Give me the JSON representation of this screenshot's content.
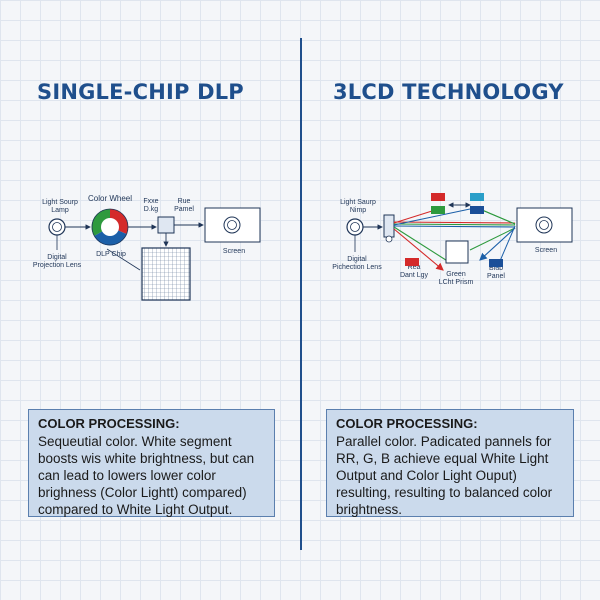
{
  "left": {
    "title": "SINGLE-CHIP DLP",
    "labels": {
      "light_source": [
        "Light Sourp",
        "Lamp"
      ],
      "color_wheel": "Color Wheel",
      "fxxe": [
        "Fxxe",
        "D.kg"
      ],
      "rue_panel": [
        "Rue",
        "Pamel"
      ],
      "screen": "Screen",
      "digital_lens": [
        "Digital",
        "Projection Lens"
      ],
      "dlp_chip": "DLP Chip"
    },
    "box": {
      "heading": "COLOR PROCESSING:",
      "body": "Sequeutial color. White segment boosts wis white brightness, but can can lead to lowers lower color brighness (Color Lightt) compared) compared to White Light Output."
    }
  },
  "right": {
    "title": "3LCD TECHNOLOGY",
    "labels": {
      "light_source": [
        "Light Saurp",
        "Nimp"
      ],
      "screen": "Screen",
      "digital_lens": [
        "Digital",
        "Pichection Lens"
      ],
      "red_panel": [
        "Rea",
        "Dant Lgy"
      ],
      "green_prism": [
        "Green",
        "LCht Prism"
      ],
      "blue_panel": [
        "Blub",
        "Panel"
      ]
    },
    "box": {
      "heading": "COLOR PROCESSING:",
      "body": "Parallel color. Padicated pannels for RR, G, B achieve equal White Light Output and Color Light Ouput) resulting, resulting to balanced color brightness."
    }
  },
  "colors": {
    "accent": "#1f4f8c",
    "red": "#d42a2a",
    "green": "#2e9a3e",
    "blue": "#1b5fa8",
    "box_fill": "#cbdaec"
  }
}
